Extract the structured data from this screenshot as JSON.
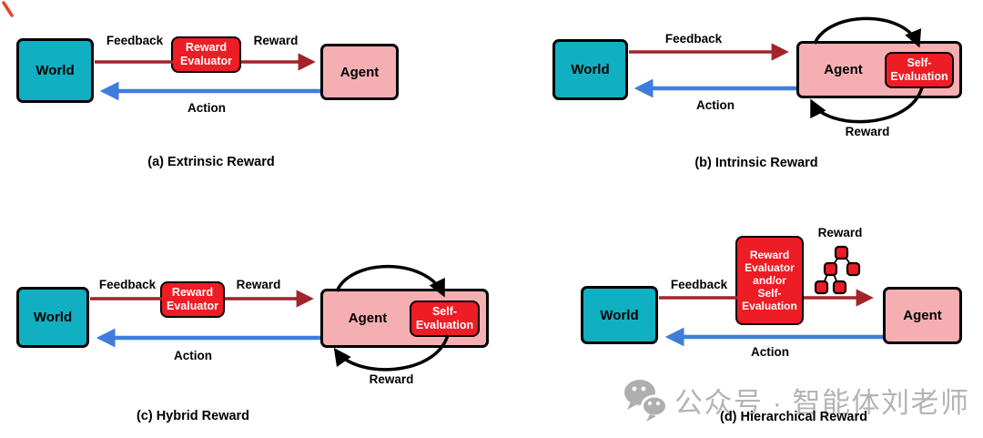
{
  "figure": {
    "type": "diagram",
    "topic": "Agent reward mechanism diagrams"
  },
  "panels": [
    {
      "caption": "(a) Extrinsic Reward",
      "world": "World",
      "agent": "Agent",
      "evaluator": "Reward\nEvaluator",
      "feedback": "Feedback",
      "reward": "Reward",
      "action": "Action"
    },
    {
      "caption": "(b) Intrinsic Reward",
      "world": "World",
      "agent": "Agent",
      "self_evaluation": "Self-\nEvaluation",
      "feedback": "Feedback",
      "reward": "Reward",
      "action": "Action"
    },
    {
      "caption": "(c) Hybrid Reward",
      "world": "World",
      "agent": "Agent",
      "evaluator": "Reward\nEvaluator",
      "self_evaluation": "Self-\nEvaluation",
      "feedback": "Feedback",
      "reward": "Reward",
      "action": "Action"
    },
    {
      "caption": "(d) Hierarchical Reward",
      "world": "World",
      "agent": "Agent",
      "evaluator": "Reward\nEvaluator\nand/or\nSelf-\nEvaluation",
      "feedback": "Feedback",
      "reward": "Reward",
      "action": "Action"
    }
  ],
  "watermark": {
    "icon": "wechat-icon",
    "text": "公众号 · 智能体刘老师"
  },
  "colors": {
    "world_fill": "#10AFC1",
    "agent_fill": "#F5AFB3",
    "evaluator_fill": "#EE1C25",
    "feedback_arrow": "#A3232B",
    "action_arrow": "#3F7DDC",
    "loop_arrow": "#000000",
    "border": "#000000",
    "watermark_gray": "#B4B4B4",
    "corner_mark_red": "#E8432D"
  }
}
